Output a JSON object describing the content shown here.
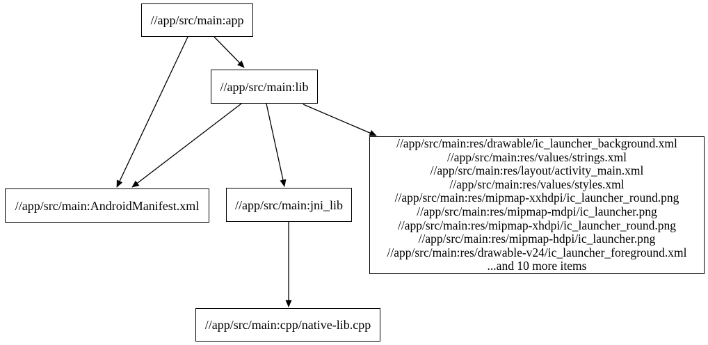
{
  "graph": {
    "nodes": {
      "app": {
        "label": "//app/src/main:app"
      },
      "lib": {
        "label": "//app/src/main:lib"
      },
      "manifest": {
        "label": "//app/src/main:AndroidManifest.xml"
      },
      "jni_lib": {
        "label": "//app/src/main:jni_lib"
      },
      "native": {
        "label": "//app/src/main:cpp/native-lib.cpp"
      },
      "resources": {
        "lines": [
          "//app/src/main:res/drawable/ic_launcher_background.xml",
          "//app/src/main:res/values/strings.xml",
          "//app/src/main:res/layout/activity_main.xml",
          "//app/src/main:res/values/styles.xml",
          "//app/src/main:res/mipmap-xxhdpi/ic_launcher_round.png",
          "//app/src/main:res/mipmap-mdpi/ic_launcher.png",
          "//app/src/main:res/mipmap-xhdpi/ic_launcher_round.png",
          "//app/src/main:res/mipmap-hdpi/ic_launcher.png",
          "//app/src/main:res/drawable-v24/ic_launcher_foreground.xml",
          "...and 10 more items"
        ]
      }
    },
    "edges": [
      {
        "from": "//app/src/main:app",
        "to": "//app/src/main:lib"
      },
      {
        "from": "//app/src/main:app",
        "to": "//app/src/main:AndroidManifest.xml"
      },
      {
        "from": "//app/src/main:lib",
        "to": "//app/src/main:AndroidManifest.xml"
      },
      {
        "from": "//app/src/main:lib",
        "to": "//app/src/main:jni_lib"
      },
      {
        "from": "//app/src/main:lib",
        "to": "resource-files-group"
      },
      {
        "from": "//app/src/main:jni_lib",
        "to": "//app/src/main:cpp/native-lib.cpp"
      }
    ]
  },
  "colors": {
    "background": "#ffffff",
    "node_border": "#000000",
    "edge": "#000000",
    "text": "#000000"
  }
}
